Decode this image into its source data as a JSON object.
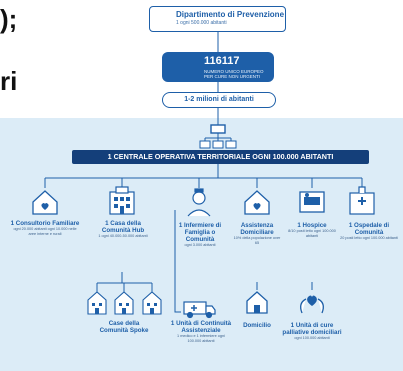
{
  "fragments": {
    "a": ");",
    "b": "ri"
  },
  "top": {
    "dipartimento": "Dipartimento di Prevenzione",
    "dipartimento_sub": "1 ogni 500.000 abitanti",
    "number": "116117",
    "number_sub": "NUMERO UNICO EUROPEO PER CURE NON URGENTI",
    "pill": "1-2 milioni di abitanti"
  },
  "banner": "1 CENTRALE OPERATIVA TERRITORIALE OGNI 100.000 ABITANTI",
  "nodes": {
    "consultorio": {
      "title": "1 Consultorio Familiare",
      "sub": "ogni 20.000 abitanti ogni 10.000 nelle aree interne e rurali"
    },
    "casa_hub": {
      "title": "1 Casa della Comunità Hub",
      "sub": "1 ogni 40.000-50.000 abitanti"
    },
    "infermiere": {
      "title": "1 Infermiere di Famiglia o Comunità",
      "sub": "ogni 3.000 abitanti"
    },
    "assistenza": {
      "title": "Assistenza Domiciliare",
      "sub": "10% della popolazione over 65"
    },
    "hospice": {
      "title": "1 Hospice",
      "sub": "8/10 posti letto ogni 100.000 abitanti"
    },
    "ospedale": {
      "title": "1 Ospedale di Comunità",
      "sub": "20 posti letto ogni 100.000 abitanti"
    },
    "spoke": {
      "title": "Case della Comunità Spoke"
    },
    "unita_continuita": {
      "title": "1 Unità di Continuità Assistenziale",
      "sub": "1 medico e 1 infermiere ogni 100.000 abitanti"
    },
    "domicilio": {
      "title": "Domicilio"
    },
    "cure_palliative": {
      "title": "1 Unità di cure palliative domiciliari",
      "sub": "ogni 100.000 abitanti"
    }
  },
  "colors": {
    "primary": "#1e5fa8",
    "dark": "#143f7a",
    "panel": "#dcecf7"
  },
  "icons": [
    "building-icon",
    "phone-icon",
    "network-icon",
    "house-heart-icon",
    "hospital-icon",
    "nurse-icon",
    "bed-icon",
    "ambulance-icon",
    "house-icon",
    "hands-heart-icon"
  ]
}
